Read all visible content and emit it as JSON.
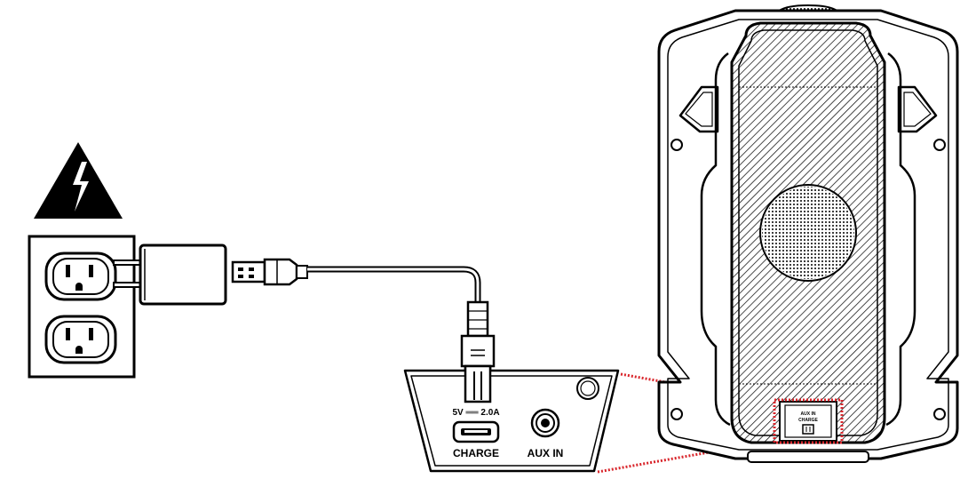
{
  "panel": {
    "charge_label": "CHARGE",
    "aux_label": "AUX IN",
    "rating_label": "5V ══ 2.0A"
  },
  "speaker": {
    "mini_aux_label": "AUX IN",
    "mini_charge_label": "CHARGE"
  },
  "icons": {
    "warning": "lightning-warning-triangle",
    "outlet": "wall-outlet",
    "adapter": "usb-power-adapter"
  },
  "colors": {
    "line": "#000000",
    "callout": "#d9262c",
    "fill": "#ffffff"
  }
}
